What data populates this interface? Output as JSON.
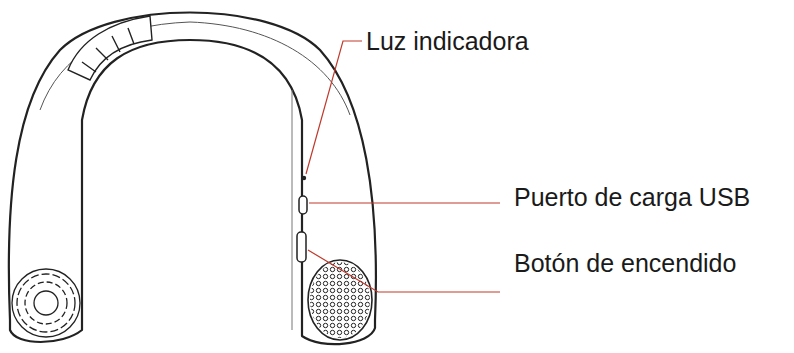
{
  "diagram": {
    "labels": [
      "Luz indicadora",
      "Puerto de carga USB",
      "Botón de encendido"
    ]
  }
}
